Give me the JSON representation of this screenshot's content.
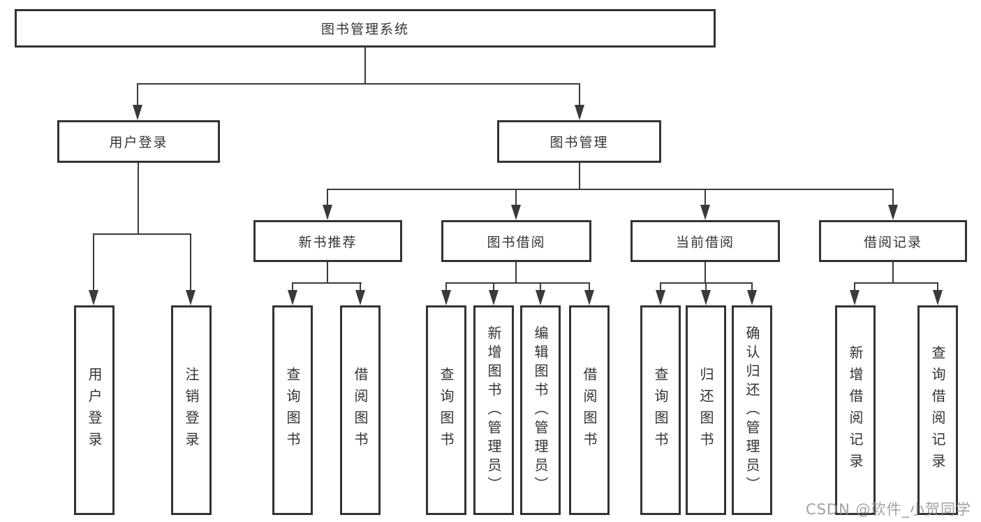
{
  "tree": {
    "root": {
      "label": "图书管理系统"
    },
    "branches": [
      {
        "label": "用户登录",
        "children": [
          {
            "label": "用户登录"
          },
          {
            "label": "注销登录"
          }
        ]
      },
      {
        "label": "图书管理",
        "children": [
          {
            "label": "新书推荐",
            "children": [
              {
                "label": "查询图书"
              },
              {
                "label": "借阅图书"
              }
            ]
          },
          {
            "label": "图书借阅",
            "children": [
              {
                "label": "查询图书"
              },
              {
                "label": "新增图书（管理员）"
              },
              {
                "label": "编辑图书（管理员）"
              },
              {
                "label": "借阅图书"
              }
            ]
          },
          {
            "label": "当前借阅",
            "children": [
              {
                "label": "查询图书"
              },
              {
                "label": "归还图书"
              },
              {
                "label": "确认归还（管理员）"
              }
            ]
          },
          {
            "label": "借阅记录",
            "children": [
              {
                "label": "新增借阅记录"
              },
              {
                "label": "查询借阅记录"
              }
            ]
          }
        ]
      }
    ]
  },
  "watermark": "CSDN @软件_小贺同学",
  "colors": {
    "line": "#3a3a3a",
    "box_border": "#333333",
    "text": "#333333",
    "background": "#ffffff",
    "watermark": "#919191"
  }
}
